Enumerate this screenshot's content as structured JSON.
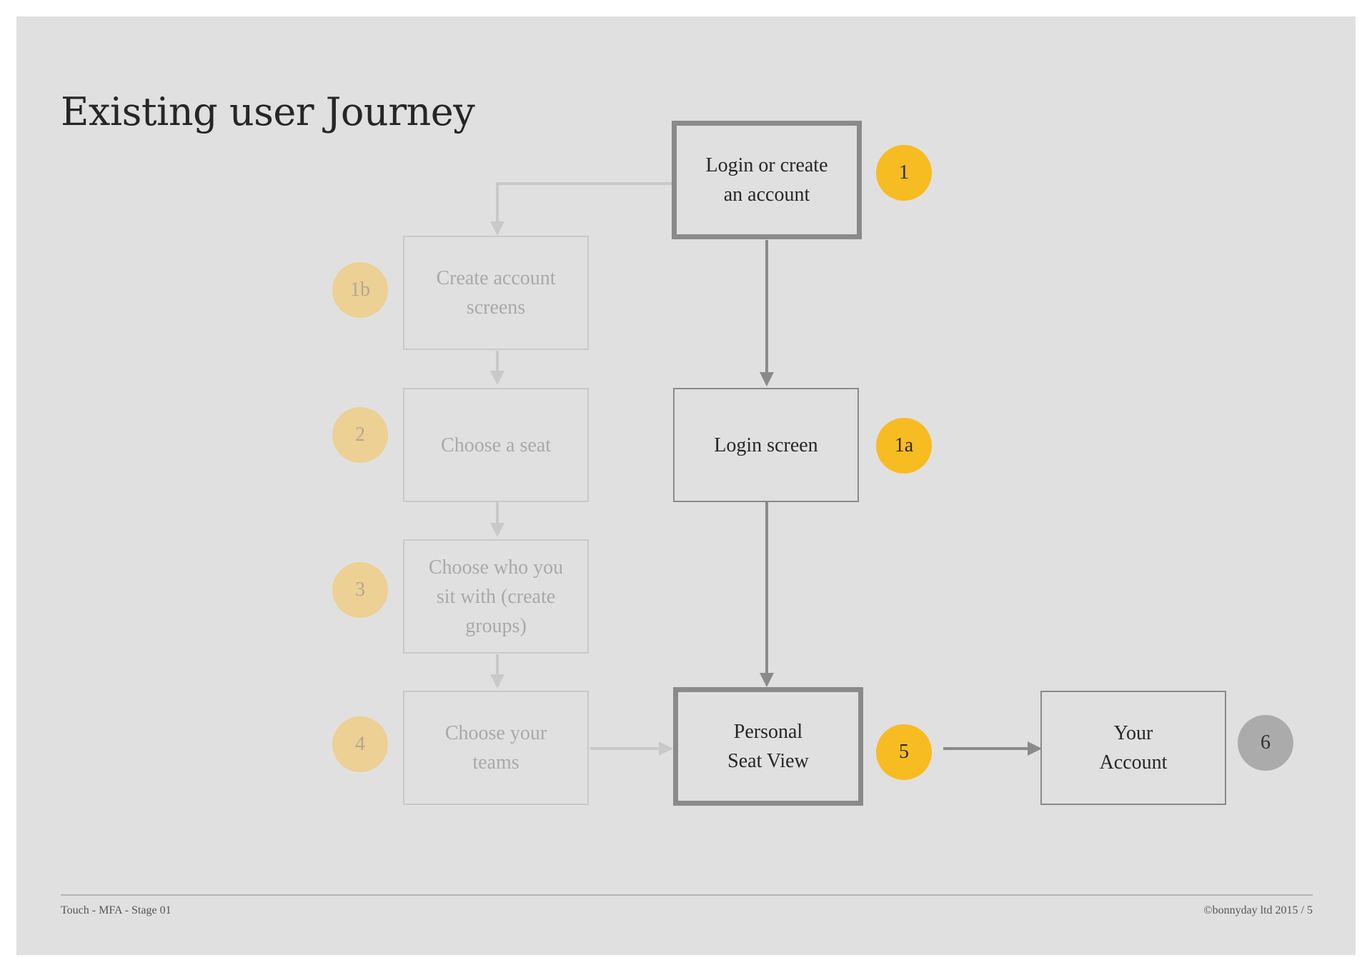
{
  "title": "Existing user Journey",
  "nodes": {
    "login_or_create": {
      "label": "Login or create an account",
      "badge": "1"
    },
    "create_account": {
      "label": "Create account screens",
      "badge": "1b"
    },
    "login_screen": {
      "label": "Login screen",
      "badge": "1a"
    },
    "choose_seat": {
      "label": "Choose a seat",
      "badge": "2"
    },
    "choose_who": {
      "label": "Choose who you sit with (create groups)",
      "badge": "3"
    },
    "choose_teams": {
      "label": "Choose your teams",
      "badge": "4"
    },
    "personal_seat": {
      "label": "Personal Seat View",
      "badge": "5"
    },
    "your_account": {
      "label": "Your Account",
      "badge": "6"
    }
  },
  "edges": [
    {
      "from": "login_or_create",
      "to": "create_account",
      "style": "faded"
    },
    {
      "from": "login_or_create",
      "to": "login_screen",
      "style": "active"
    },
    {
      "from": "create_account",
      "to": "choose_seat",
      "style": "faded"
    },
    {
      "from": "choose_seat",
      "to": "choose_who",
      "style": "faded"
    },
    {
      "from": "choose_who",
      "to": "choose_teams",
      "style": "faded"
    },
    {
      "from": "choose_teams",
      "to": "personal_seat",
      "style": "faded"
    },
    {
      "from": "login_screen",
      "to": "personal_seat",
      "style": "active"
    },
    {
      "from": "personal_seat",
      "to": "your_account",
      "style": "active"
    }
  ],
  "colors": {
    "badge_active": "#f6bc22",
    "badge_faded": "#ecd094",
    "badge_grey": "#ababab",
    "line_active": "#8a8a8a",
    "line_faded": "#c9c9c9",
    "background": "#e0e0e0"
  },
  "footer": {
    "left": "Touch - MFA - Stage 01",
    "right": "©bonnyday ltd 2015  /  5"
  }
}
